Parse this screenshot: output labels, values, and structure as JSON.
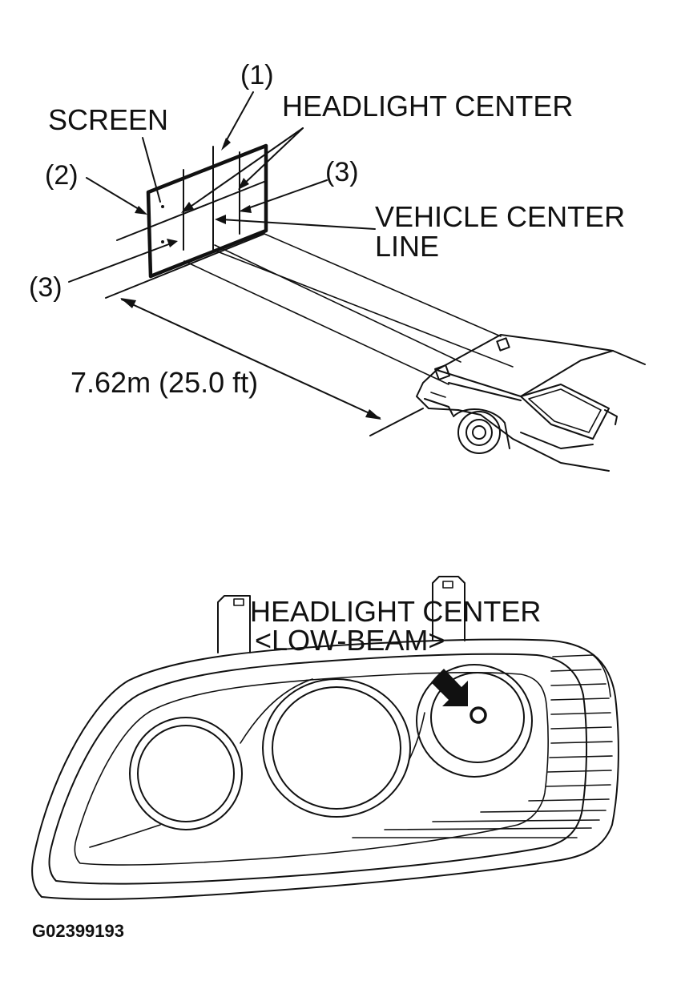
{
  "labels": {
    "ref_1": "(1)",
    "headlight_center": "HEADLIGHT CENTER",
    "screen": "SCREEN",
    "ref_2": "(2)",
    "ref_3_right": "(3)",
    "vehicle_center_line_1": "VEHICLE CENTER",
    "vehicle_center_line_2": "LINE",
    "ref_3_left": "(3)",
    "distance": "7.62m (25.0 ft)",
    "headlight_center_2": "HEADLIGHT CENTER",
    "low_beam": "<LOW-BEAM>",
    "figure_id": "G02399193"
  }
}
